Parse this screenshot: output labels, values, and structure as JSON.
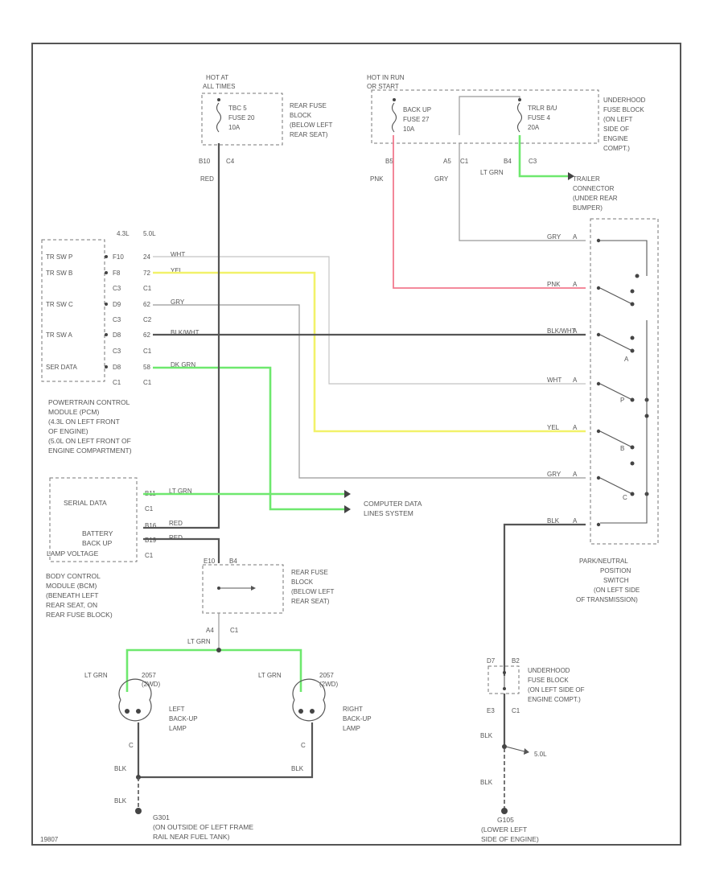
{
  "fuse_hot_at_all_times": {
    "header": [
      "HOT AT",
      "ALL TIMES"
    ],
    "fuse": [
      "TBC 5",
      "FUSE 20",
      "10A"
    ],
    "location": [
      "REAR FUSE",
      "BLOCK",
      "(BELOW LEFT",
      "REAR SEAT)"
    ]
  },
  "fuse_hot_in_run": {
    "header": [
      "HOT IN RUN",
      "OR START"
    ],
    "backup_fuse": [
      "BACK UP",
      "FUSE 27",
      "10A"
    ],
    "trailer_fuse": [
      "TRLR B/U",
      "FUSE 4",
      "20A"
    ],
    "location": [
      "UNDERHOOD",
      "FUSE BLOCK",
      "(ON LEFT",
      "SIDE OF",
      "ENGINE",
      "COMPT.)"
    ]
  },
  "trailer_connector": [
    "TRAILER",
    "CONNECTOR",
    "(UNDER REAR",
    "BUMPER)"
  ],
  "pcm": {
    "col_headers": [
      "4.3L",
      "5.0L"
    ],
    "rows": [
      {
        "name": "TR SW P",
        "a": "F10",
        "b": "24",
        "wire": "WHT"
      },
      {
        "name": "TR SW B",
        "a": "F8",
        "b": "72",
        "wire": "YEL"
      },
      {
        "name": "",
        "a": "C3",
        "b": "C1",
        "wire": ""
      },
      {
        "name": "TR SW C",
        "a": "D9",
        "b": "62",
        "wire": "GRY"
      },
      {
        "name": "",
        "a": "C3",
        "b": "C2",
        "wire": ""
      },
      {
        "name": "TR SW A",
        "a": "D8",
        "b": "62",
        "wire": "BLK/WHT"
      },
      {
        "name": "",
        "a": "C3",
        "b": "C1",
        "wire": ""
      },
      {
        "name": "SER DATA",
        "a": "D8",
        "b": "58",
        "wire": "DK GRN"
      },
      {
        "name": "",
        "a": "C1",
        "b": "C1",
        "wire": ""
      }
    ],
    "label": [
      "POWERTRAIN CONTROL",
      "MODULE (PCM)",
      "(4.3L ON LEFT FRONT",
      "OF ENGINE)",
      "(5.0L ON LEFT FRONT OF",
      "ENGINE COMPARTMENT)"
    ]
  },
  "bcm": {
    "serial_data": "SERIAL DATA",
    "battery": [
      "BATTERY",
      "BACK UP",
      "LAMP VOLTAGE"
    ],
    "pins": [
      {
        "pin": "B11",
        "wire": "LT GRN"
      },
      {
        "pin": "C1",
        "wire": ""
      },
      {
        "pin": "B16",
        "wire": "RED"
      },
      {
        "pin": "B19",
        "wire": "RED"
      },
      {
        "pin": "C1",
        "wire": ""
      }
    ],
    "label": [
      "BODY CONTROL",
      "MODULE (BCM)",
      "(BENEATH LEFT",
      "REAR SEAT, ON",
      "REAR FUSE BLOCK)"
    ]
  },
  "computer_data": [
    "COMPUTER DATA",
    "LINES SYSTEM"
  ],
  "rear_fuse_block_lower": {
    "pins": [
      "E10",
      "B4"
    ],
    "label": [
      "REAR FUSE",
      "BLOCK",
      "(BELOW LEFT",
      "REAR SEAT)"
    ],
    "out_pin": "A4",
    "out_conn": "C1"
  },
  "wire_labels": {
    "fuse20_pin": "B10",
    "fuse20_conn": "C4",
    "fuse20_color": "RED",
    "fuse27_pin": "B5",
    "fuse27_color": "PNK",
    "fuse4_pin": "A5",
    "fuse4_conn": "C1",
    "fuse4_color": "GRY",
    "trailer_pin": "B4",
    "trailer_conn": "C3",
    "trailer_color": "LT GRN",
    "lamp_feed": "LT GRN",
    "left_lamp_wire": "LT GRN",
    "right_lamp_wire": "LT GRN",
    "ground_wire_1": "BLK",
    "ground_wire_2": "BLK",
    "ground_wire_3": "BLK"
  },
  "pnp_switch": {
    "pins": [
      {
        "wire": "GRY",
        "pin": "A"
      },
      {
        "wire": "PNK",
        "pin": "A"
      },
      {
        "wire": "BLK/WHT",
        "pin": "A"
      },
      {
        "wire": "WHT",
        "pin": "A"
      },
      {
        "wire": "YEL",
        "pin": "A"
      },
      {
        "wire": "GRY",
        "pin": "A"
      },
      {
        "wire": "BLK",
        "pin": "A"
      }
    ],
    "sections": [
      "A",
      "P",
      "B",
      "C"
    ],
    "label": [
      "PARK/NEUTRAL",
      "POSITION",
      "SWITCH",
      "(ON LEFT SIDE",
      "OF TRANSMISSION)"
    ]
  },
  "left_lamp": {
    "bulb": [
      "2057",
      "(2WD)"
    ],
    "label": [
      "LEFT",
      "BACK-UP",
      "LAMP"
    ],
    "pin": "C"
  },
  "right_lamp": {
    "bulb": [
      "2057",
      "(2WD)"
    ],
    "label": [
      "RIGHT",
      "BACK-UP",
      "LAMP"
    ],
    "pin": "C"
  },
  "underhood_lower": {
    "pins": [
      "D7",
      "B2",
      "E3",
      "C1"
    ],
    "label": [
      "UNDERHOOD",
      "FUSE BLOCK",
      "(ON LEFT SIDE OF",
      "ENGINE COMPT.)"
    ]
  },
  "splice_label": "5.0L",
  "ground_left": {
    "id": "G301",
    "label": [
      "(ON OUTSIDE OF LEFT FRAME",
      "RAIL NEAR FUEL TANK)"
    ]
  },
  "ground_right": {
    "id": "G105",
    "label": [
      "(LOWER LEFT",
      "SIDE OF ENGINE)"
    ]
  },
  "figure_id": "19807"
}
